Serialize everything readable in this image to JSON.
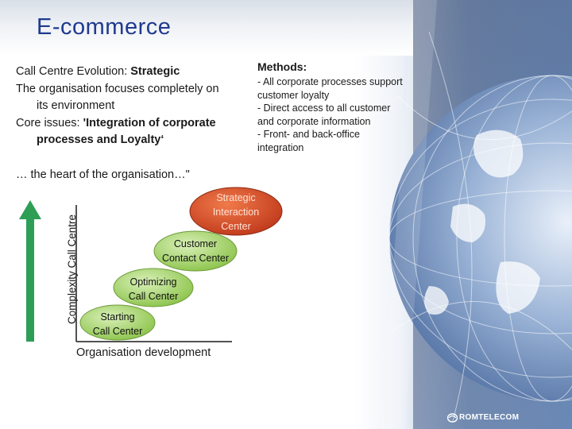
{
  "slide": {
    "title": "E-commerce",
    "intro": {
      "line1_prefix": "Call Centre Evolution: ",
      "line1_bold": "Strategic",
      "line2": "The organisation focuses completely on",
      "line3": "its environment",
      "line4_prefix": "Core issues: ",
      "line4_bold": "'Integration of corporate",
      "line5_bold": "processes and Loyalty‘"
    },
    "methods": {
      "heading": "Methods:",
      "lines": [
        "- All corporate processes support",
        "customer loyalty",
        "- Direct access to all customer",
        "and corporate information",
        "- Front- and back-office",
        "integration"
      ]
    },
    "heart": "… the heart of the organisation…\"",
    "diagram": {
      "y_axis_label": "Complexity Call Centre",
      "x_axis_label": "Organisation development",
      "stages": [
        {
          "line1": "Starting",
          "line2": "Call Center"
        },
        {
          "line1": "Optimizing",
          "line2": "Call Center"
        },
        {
          "line1": "Customer",
          "line2": "Contact Center"
        },
        {
          "line1": "Strategic",
          "line2": "Interaction",
          "line3": "Center"
        }
      ],
      "colors": {
        "stage_fill": "#8bc34a",
        "highlight_fill": "#d84315",
        "arrow_fill": "#2e9e57"
      }
    },
    "brand": {
      "logo_text": "ROMTELECOM"
    }
  }
}
